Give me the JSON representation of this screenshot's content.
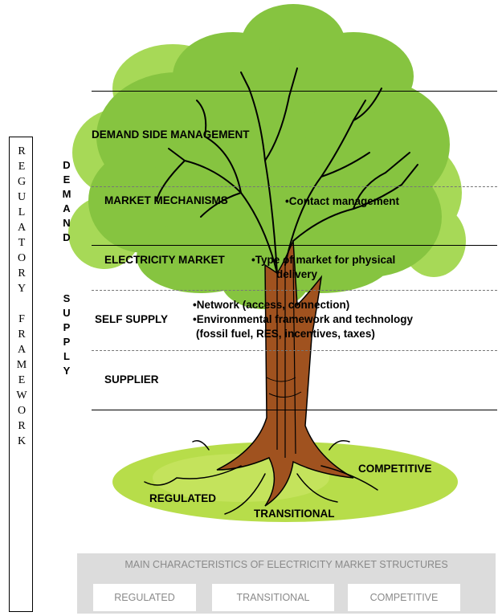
{
  "regulatory_framework": [
    "R",
    "E",
    "G",
    "U",
    "L",
    "A",
    "T",
    "O",
    "R",
    "Y",
    "",
    "F",
    "R",
    "A",
    "M",
    "E",
    "W",
    "O",
    "R",
    "K"
  ],
  "demand_label": [
    "D",
    "E",
    "M",
    "A",
    "N",
    "D"
  ],
  "supply_label": [
    "S",
    "U",
    "P",
    "P",
    "L",
    "Y"
  ],
  "levels": {
    "demand_side_management": "DEMAND SIDE MANAGEMENT",
    "market_mechanisms": "MARKET MECHANISMS",
    "electricity_market": "ELECTRICITY MARKET",
    "self_supply": "SELF SUPPLY",
    "supplier": "SUPPLIER"
  },
  "notes": {
    "contact_management": "•Contact management",
    "market_type_line1": "•Type of market for physical",
    "market_type_line2": "delivery",
    "network": "•Network (access, connection)",
    "environmental_line1": "•Environmental framework and technology",
    "environmental_line2": "(fossil fuel, RES, incentives, taxes)"
  },
  "roots": {
    "regulated": "REGULATED",
    "transitional": "TRANSITIONAL",
    "competitive": "COMPETITIVE"
  },
  "panel": {
    "title": "MAIN CHARACTERISTICS OF ELECTRICITY MARKET STRUCTURES",
    "boxes": [
      "REGULATED",
      "TRANSITIONAL",
      "COMPETITIVE"
    ]
  },
  "colors": {
    "foliage": "#86c440",
    "foliage_light": "#a7d957",
    "trunk": "#a0521f",
    "grass": "#b7dd4a",
    "panel": "#dcdcdc"
  }
}
